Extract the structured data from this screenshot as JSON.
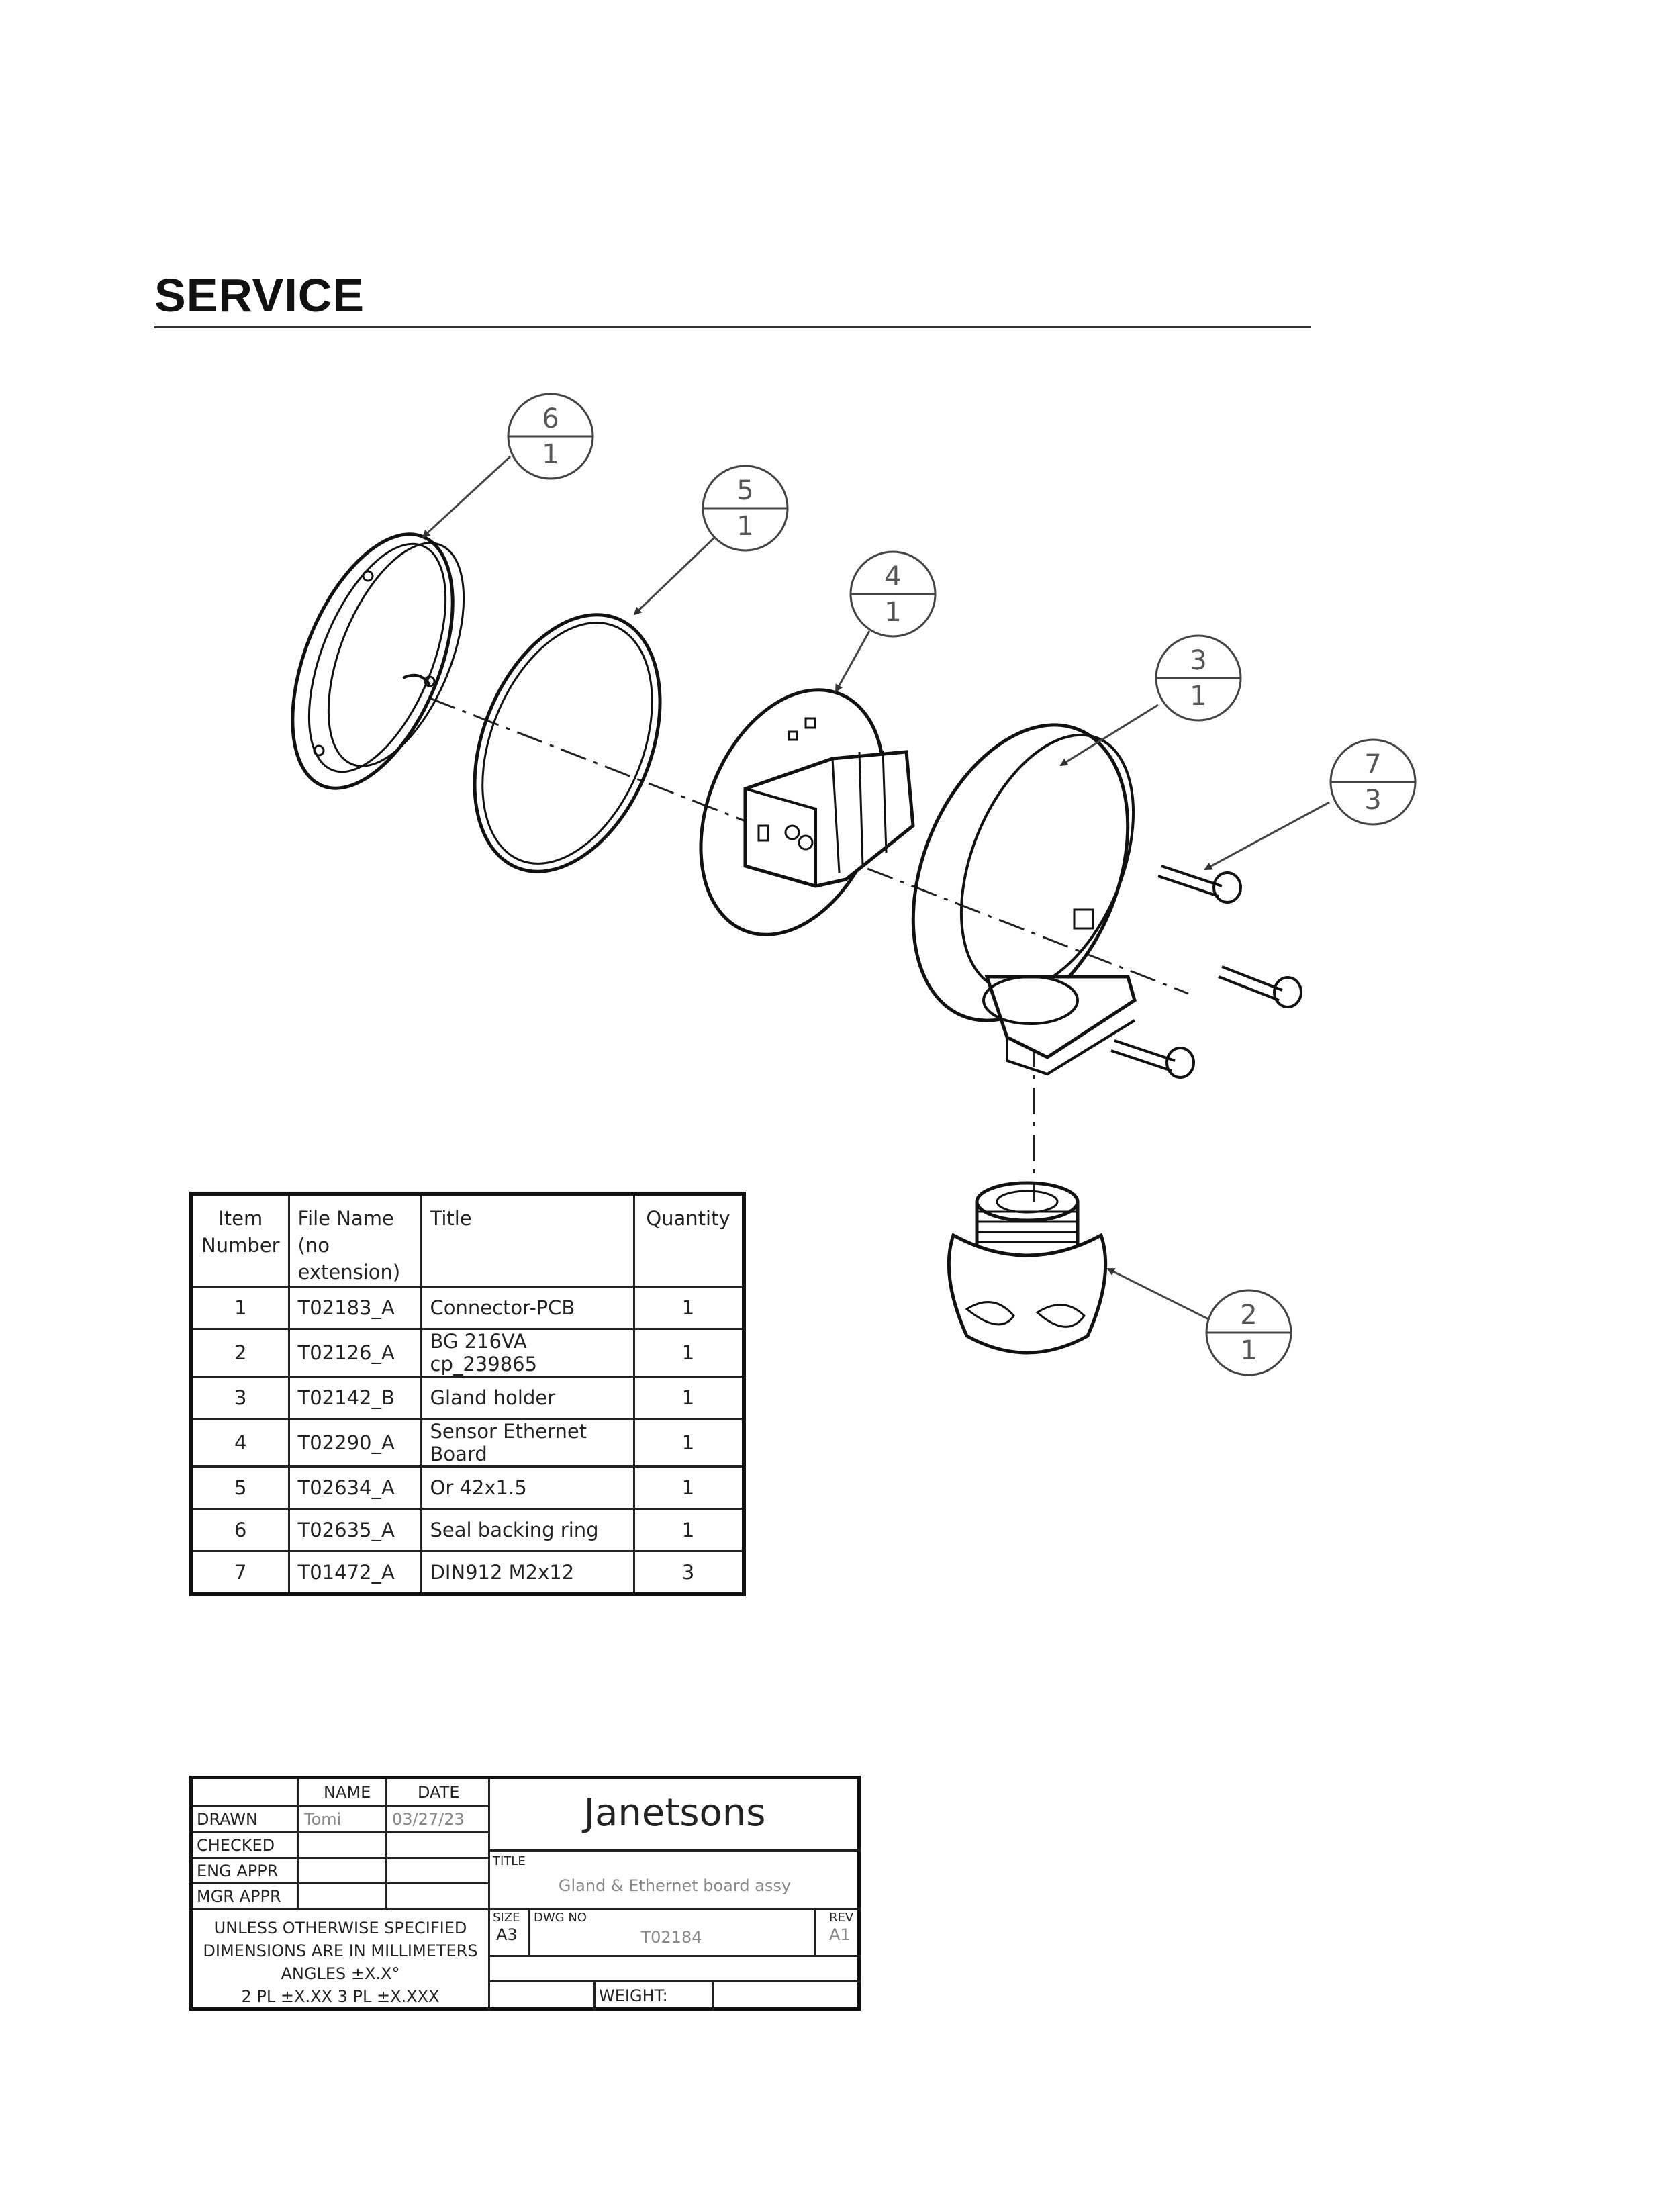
{
  "page": {
    "heading": "SERVICE"
  },
  "balloons": [
    {
      "item": "6",
      "qty": "1"
    },
    {
      "item": "5",
      "qty": "1"
    },
    {
      "item": "4",
      "qty": "1"
    },
    {
      "item": "3",
      "qty": "1"
    },
    {
      "item": "7",
      "qty": "3"
    },
    {
      "item": "2",
      "qty": "1"
    }
  ],
  "bom": {
    "headers": {
      "item": [
        "Item",
        "Number"
      ],
      "file": [
        "File Name (no",
        "extension)"
      ],
      "title": "Title",
      "qty": "Quantity"
    },
    "rows": [
      {
        "item": "1",
        "file": "T02183_A",
        "title": "Connector-PCB",
        "qty": "1"
      },
      {
        "item": "2",
        "file": "T02126_A",
        "title": "BG 216VA cp_239865",
        "qty": "1"
      },
      {
        "item": "3",
        "file": "T02142_B",
        "title": "Gland holder",
        "qty": "1"
      },
      {
        "item": "4",
        "file": "T02290_A",
        "title": "Sensor Ethernet Board",
        "qty": "1"
      },
      {
        "item": "5",
        "file": "T02634_A",
        "title": "Or 42x1.5",
        "qty": "1"
      },
      {
        "item": "6",
        "file": "T02635_A",
        "title": "Seal backing ring",
        "qty": "1"
      },
      {
        "item": "7",
        "file": "T01472_A",
        "title": "DIN912 M2x12",
        "qty": "3"
      }
    ]
  },
  "title_block": {
    "col_name": "NAME",
    "col_date": "DATE",
    "drawn_label": "DRAWN",
    "drawn_name": "Tomi",
    "drawn_date": "03/27/23",
    "checked_label": "CHECKED",
    "eng_label": "ENG APPR",
    "mgr_label": "MGR APPR",
    "notes": [
      "UNLESS OTHERWISE SPECIFIED",
      "DIMENSIONS ARE IN MILLIMETERS",
      "ANGLES ±X.X°",
      "2 PL ±X.XX 3 PL ±X.XXX"
    ],
    "company": "Janetsons",
    "title_label": "TITLE",
    "title": "Gland & Ethernet board assy",
    "size_label": "SIZE",
    "size": "A3",
    "dwg_label": "DWG NO",
    "dwg_no": "T02184",
    "rev_label": "REV",
    "rev": "A1",
    "weight_label": "WEIGHT:"
  }
}
